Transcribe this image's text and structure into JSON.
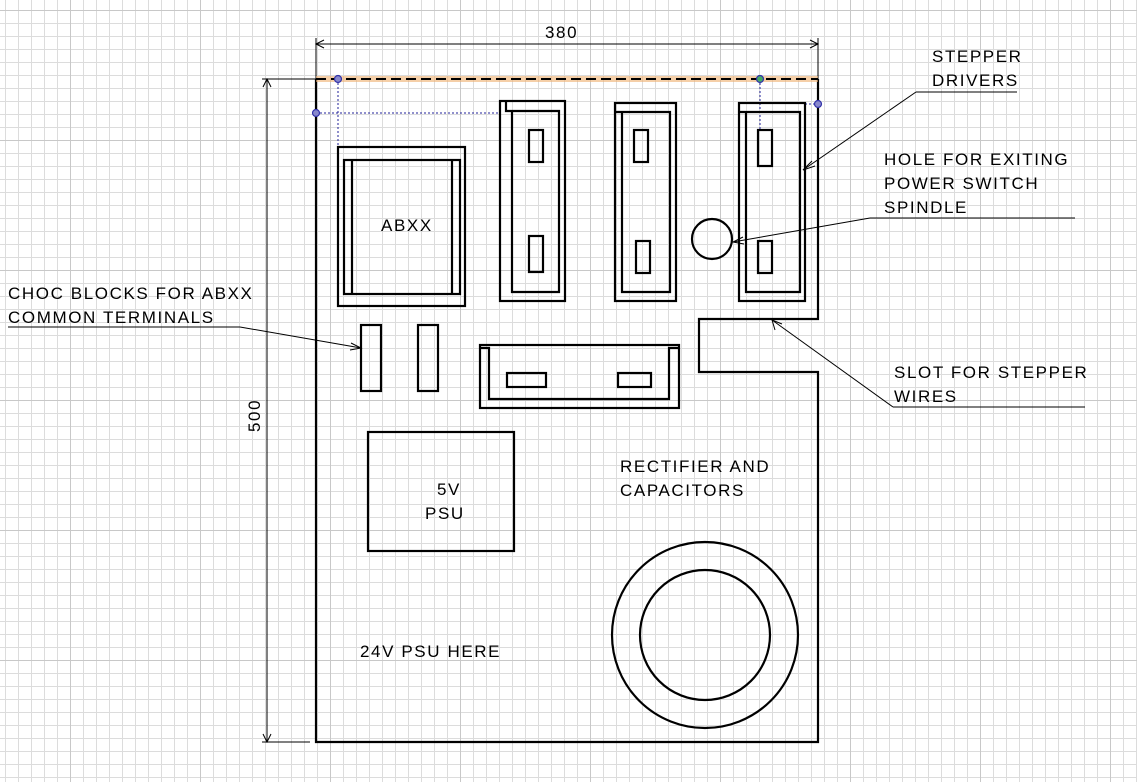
{
  "dimensions": {
    "width": "380",
    "height": "500"
  },
  "components": {
    "abxx": "ABXX",
    "psu5v_line1": "5V",
    "psu5v_line2": "PSU",
    "rectifier_line1": "RECTIFIER AND",
    "rectifier_line2": "CAPACITORS",
    "psu24v": "24V PSU HERE"
  },
  "callouts": {
    "stepper_line1": "STEPPER",
    "stepper_line2": "DRIVERS",
    "hole_line1": "HOLE FOR EXITING",
    "hole_line2": "POWER SWITCH",
    "hole_line3": "SPINDLE",
    "choc_line1": "CHOC BLOCKS FOR ABXX",
    "choc_line2": "COMMON TERMINALS",
    "slot_line1": "SLOT FOR STEPPER",
    "slot_line2": "WIRES"
  },
  "colors": {
    "selected_edge": "#f0b070",
    "handle": "#3333aa"
  }
}
